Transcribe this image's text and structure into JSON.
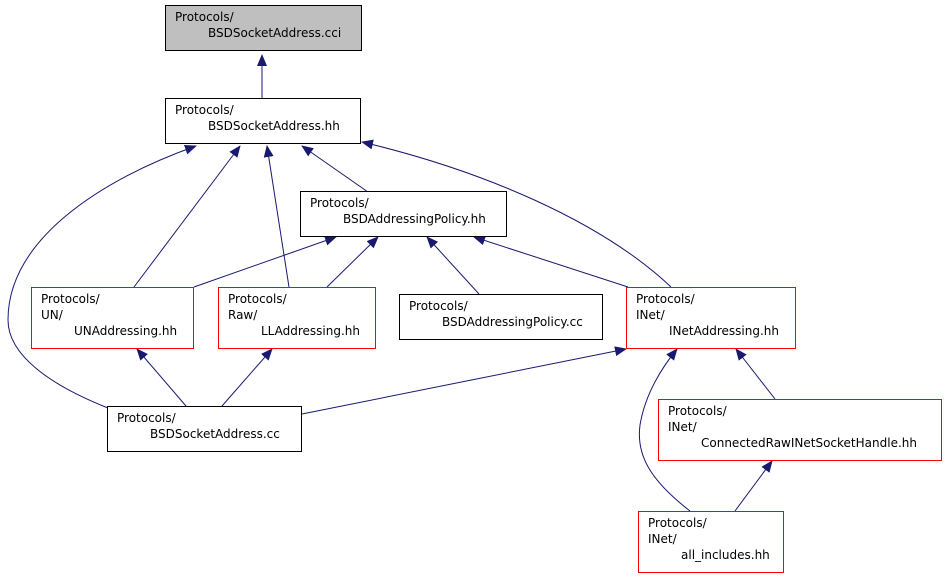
{
  "colors": {
    "edge": "#191970",
    "red_border": "#ff0000",
    "focus_fill": "#bfbfbf"
  },
  "nodes": {
    "cci": {
      "lines": [
        "Protocols/",
        "BSDSocketAddress.cci"
      ]
    },
    "hh": {
      "lines": [
        "Protocols/",
        "BSDSocketAddress.hh"
      ]
    },
    "policy": {
      "lines": [
        "Protocols/",
        "BSDAddressingPolicy.hh"
      ]
    },
    "un": {
      "lines": [
        "Protocols/",
        "UN/",
        "UNAddressing.hh"
      ]
    },
    "raw": {
      "lines": [
        "Protocols/",
        "Raw/",
        "LLAddressing.hh"
      ]
    },
    "policycc": {
      "lines": [
        "Protocols/",
        "BSDAddressingPolicy.cc"
      ]
    },
    "inet": {
      "lines": [
        "Protocols/",
        "INet/",
        "INetAddressing.hh"
      ]
    },
    "cc": {
      "lines": [
        "Protocols/",
        "BSDSocketAddress.cc"
      ]
    },
    "crinsh": {
      "lines": [
        "Protocols/",
        "INet/",
        "ConnectedRawINetSocketHandle.hh"
      ]
    },
    "allinc": {
      "lines": [
        "Protocols/",
        "INet/",
        "all_includes.hh"
      ]
    }
  }
}
